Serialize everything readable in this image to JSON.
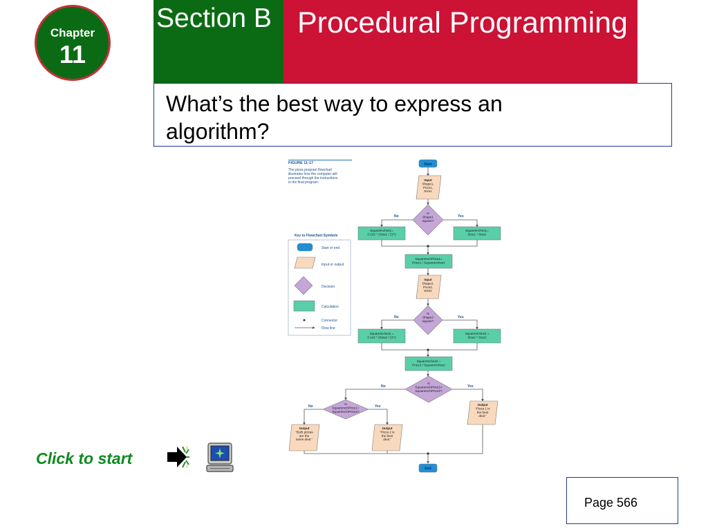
{
  "header": {
    "chapter_label": "Chapter",
    "chapter_number": "11",
    "section": "Section B",
    "topic": "Procedural Programming"
  },
  "question": "What’s the best way to express an algorithm?",
  "figure": {
    "title": "FIGURE 11-17",
    "caption": "The pizza program flowchart illustrates how the computer will proceed through the instructions in the final program.",
    "key": {
      "title": "Key to Flowchart Symbols",
      "items": [
        "Start or end",
        "Input or output",
        "Decision",
        "Calculation",
        "Connector",
        "Flow line"
      ]
    },
    "nodes": {
      "start": "Start",
      "input1": [
        "Input",
        "Shape1,",
        "Price1,",
        "Size1"
      ],
      "decision1": [
        "Is",
        "Shape1",
        "square?"
      ],
      "calc1_no": [
        "SquareInches1=",
        "3.142 * (Size1 / 2)^2"
      ],
      "calc1_yes": [
        "SquareInches1=",
        "Size1 * Size1"
      ],
      "calc_price1": [
        "SquareInchPrice1=",
        "Price1 / SquareInches1"
      ],
      "input2": [
        "Input",
        "Shape2,",
        "Price2,",
        "Size2"
      ],
      "decision2": [
        "Is",
        "Shape2",
        "square?"
      ],
      "calc2_no": [
        "SquareInches2 =",
        "3.142 * (Size2 / 2)^2"
      ],
      "calc2_yes": [
        "SquareInches2 =",
        "Size2 * Size2"
      ],
      "calc_price2": [
        "SquareInches2 =",
        "Price2 / SquareInches2"
      ],
      "decision3": [
        "Is",
        "SquareInchPrice1<",
        "SquareInchPrice2?"
      ],
      "decision4": [
        "Is",
        "SquareInchPrice1=",
        "SquareInchPrice2?"
      ],
      "output_both": [
        "Output",
        "“Both pizzas",
        "are the",
        "same deal.”"
      ],
      "output_p2": [
        "Output",
        "“Pizza 2 is",
        "the best",
        "deal.”"
      ],
      "output_p1": [
        "Output",
        "“Pizza 1 is",
        "the best",
        "deal.”"
      ],
      "end": "End"
    },
    "branch_no": "No",
    "branch_yes": "Yes",
    "colors": {
      "terminal": "#1f8fd6",
      "io": "#f8d9bd",
      "decision": "#c4a6d8",
      "calculation": "#58cfa8",
      "line": "#555555"
    }
  },
  "footer": {
    "click_to_start": "Click to start",
    "page": "Page 566"
  }
}
